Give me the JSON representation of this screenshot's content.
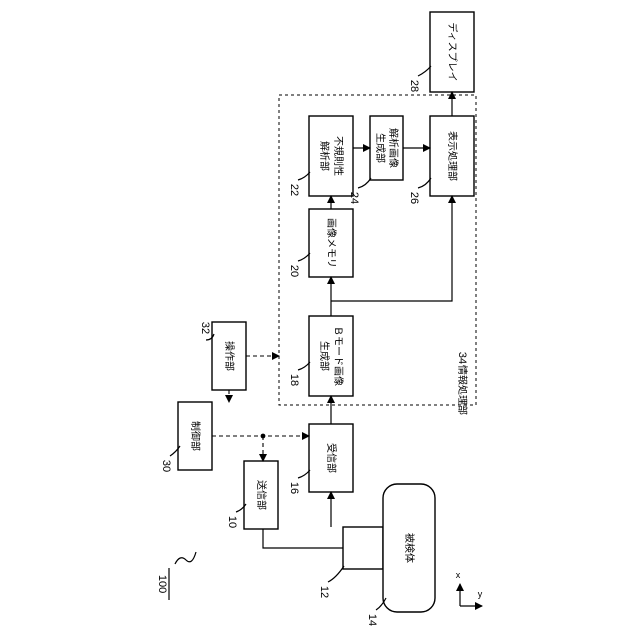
{
  "diagram": {
    "system_ref": "100",
    "blocks": {
      "transmitter": {
        "ref": "10",
        "label": "送信部"
      },
      "probe": {
        "ref": "12"
      },
      "subject": {
        "ref": "14",
        "label": "被検体"
      },
      "receiver": {
        "ref": "16",
        "label": "受信部"
      },
      "bmode_generator": {
        "ref": "18",
        "label_line1": "Ｂモード画像",
        "label_line2": "生成部"
      },
      "image_memory": {
        "ref": "20",
        "label": "画像メモリ"
      },
      "irregularity_analyzer": {
        "ref": "22",
        "label_line1": "不規則性",
        "label_line2": "解析部"
      },
      "analysis_image_generator": {
        "ref": "24",
        "label_line1": "解析画像",
        "label_line2": "生成部"
      },
      "display_processor": {
        "ref": "26",
        "label": "表示処理部"
      },
      "display": {
        "ref": "28",
        "label": "ディスプレイ"
      },
      "controller": {
        "ref": "30",
        "label": "制御部"
      },
      "operation_unit": {
        "ref": "32",
        "label": "操作部"
      },
      "info_processor": {
        "ref": "34",
        "label": "情報処理部"
      }
    },
    "axes": {
      "x": "x",
      "y": "y"
    }
  }
}
